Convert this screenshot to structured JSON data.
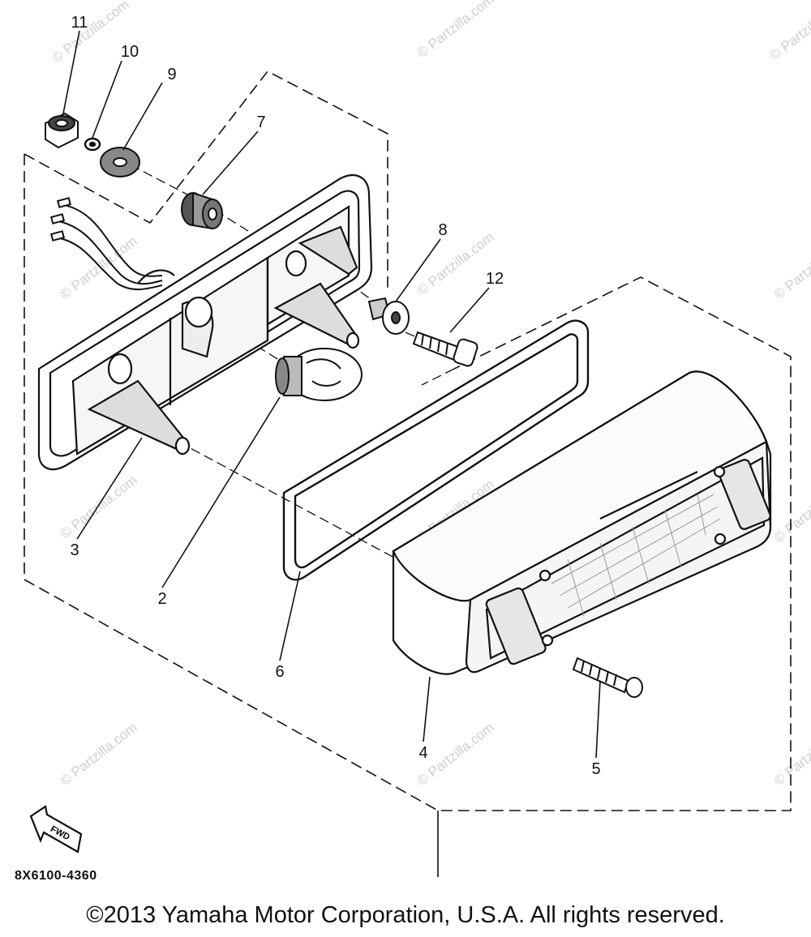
{
  "diagram": {
    "drawing_code": "8X6100-4360",
    "copyright": "©2013 Yamaha Motor Corporation, U.S.A. All rights reserved.",
    "fwd_label": "FWD",
    "watermark": "© Partzilla.com",
    "callouts": {
      "c1": "11",
      "c2": "10",
      "c3": "9",
      "c4": "7",
      "c5": "8",
      "c6": "12",
      "c7": "3",
      "c8": "2",
      "c9": "6",
      "c10": "4",
      "c11": "5"
    }
  }
}
